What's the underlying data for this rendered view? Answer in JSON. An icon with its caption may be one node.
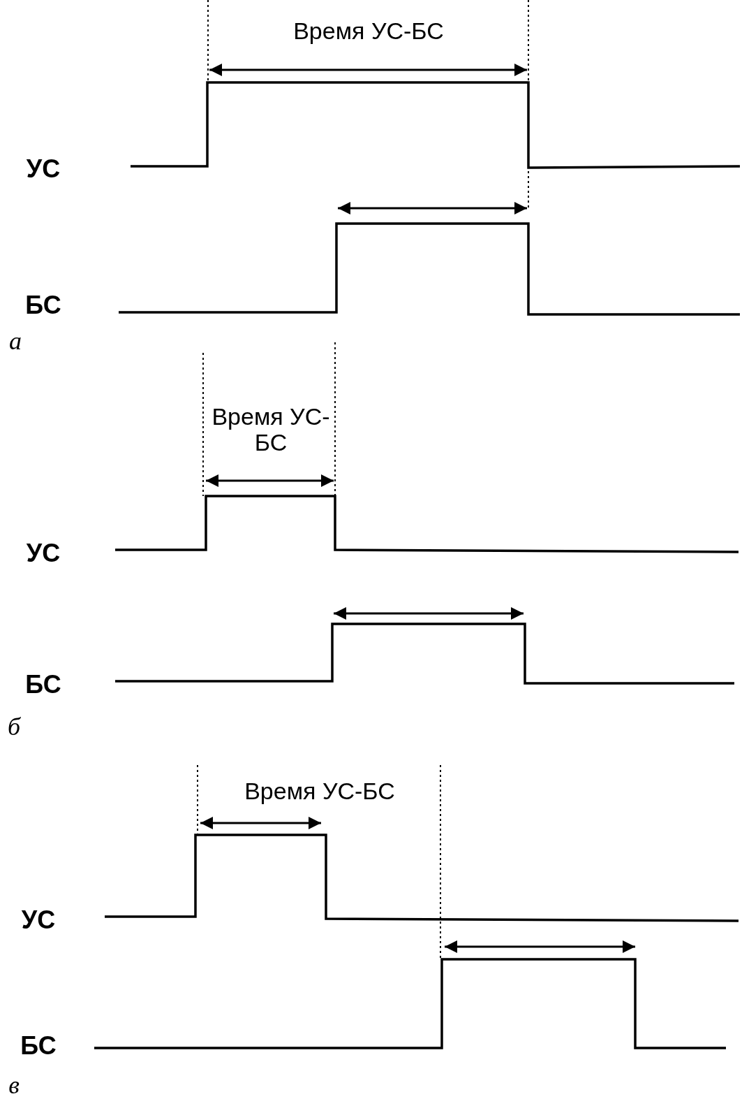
{
  "diagram": {
    "labels": [
      "Время УС-БС",
      "УС",
      "БС",
      "а",
      "Время УС-БС",
      "УС",
      "БС",
      "б",
      "Время УС-БС",
      "УС",
      "БС",
      "в"
    ]
  }
}
